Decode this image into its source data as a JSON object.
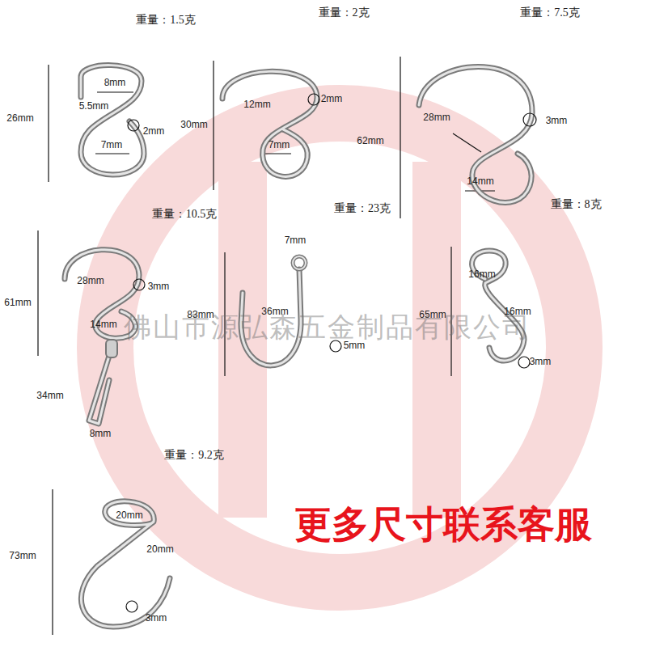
{
  "diagram": {
    "labels": [
      "重量：1.5克",
      "重量：2克",
      "重量：7.5克",
      "8mm",
      "26mm",
      "5.5mm",
      "2mm",
      "7mm",
      "12mm",
      "30mm",
      "2mm",
      "7mm",
      "28mm",
      "3mm",
      "62mm",
      "14mm",
      "重量：10.5克",
      "重量：23克",
      "重量：8克",
      "28mm",
      "3mm",
      "61mm",
      "14mm",
      "34mm",
      "8mm",
      "7mm",
      "83mm",
      "36mm",
      "5mm",
      "16mm",
      "65mm",
      "16mm",
      "3mm",
      "佛山市源弘森五金制品有限公司",
      "重量：9.2克",
      "20mm",
      "73mm",
      "20mm",
      "3mm",
      "更多尺寸联系客服"
    ]
  }
}
